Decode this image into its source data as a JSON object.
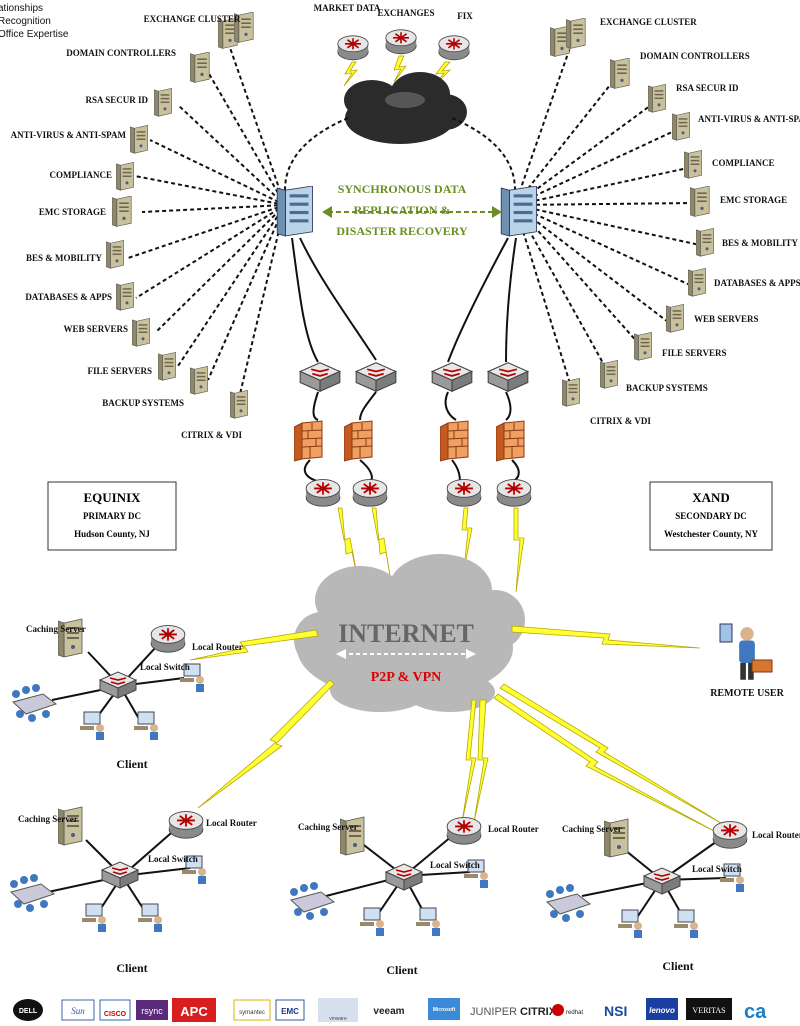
{
  "side_notes": [
    "ationships",
    "Recognition",
    "Office Expertise"
  ],
  "feeds": [
    "MARKET DATA",
    "EXCHANGES",
    "FIX"
  ],
  "left_services": [
    "EXCHANGE CLUSTER",
    "DOMAIN CONTROLLERS",
    "RSA SECUR ID",
    "ANTI-VIRUS & ANTI-SPAM",
    "COMPLIANCE",
    "EMC STORAGE",
    "BES & MOBILITY",
    "DATABASES & APPS",
    "WEB SERVERS",
    "FILE SERVERS",
    "BACKUP SYSTEMS",
    "CITRIX & VDI"
  ],
  "right_services": [
    "EXCHANGE CLUSTER",
    "DOMAIN CONTROLLERS",
    "RSA SECUR ID",
    "ANTI-VIRUS & ANTI-SPAM",
    "COMPLIANCE",
    "EMC STORAGE",
    "BES & MOBILITY",
    "DATABASES & APPS",
    "WEB SERVERS",
    "FILE SERVERS",
    "BACKUP SYSTEMS",
    "CITRIX & VDI"
  ],
  "replication": [
    "SYNCHRONOUS DATA",
    "REPLICATION &",
    "DISASTER RECOVERY"
  ],
  "primary_dc": {
    "name": "EQUINIX",
    "role": "PRIMARY DC",
    "location": "Hudson County, NJ"
  },
  "secondary_dc": {
    "name": "XAND",
    "role": "SECONDARY DC",
    "location": "Westchester County, NY"
  },
  "internet": {
    "title": "INTERNET",
    "subtitle": "P2P & VPN"
  },
  "remote_user": "REMOTE USER",
  "client_site": {
    "caching": "Caching Server",
    "router": "Local Router",
    "switch": "Local Switch",
    "client": "Client"
  },
  "vendors": [
    "DELL",
    "Sun",
    "CISCO",
    "rsync",
    "APC",
    "symantec",
    "EMC",
    "vmware",
    "veeam",
    "Microsoft",
    "JUNIPER",
    "CITRIX",
    "redhat",
    "NSI",
    "lenovo",
    "VERITAS",
    "ca"
  ],
  "colors": {
    "replication_text": "#6b8e23",
    "vpn_text": "#e00000",
    "bolt": "#ffff33",
    "cloud_dark": "#2b2b2b",
    "cloud_gray": "#b8b8b8",
    "firewall": "#e8823a"
  }
}
